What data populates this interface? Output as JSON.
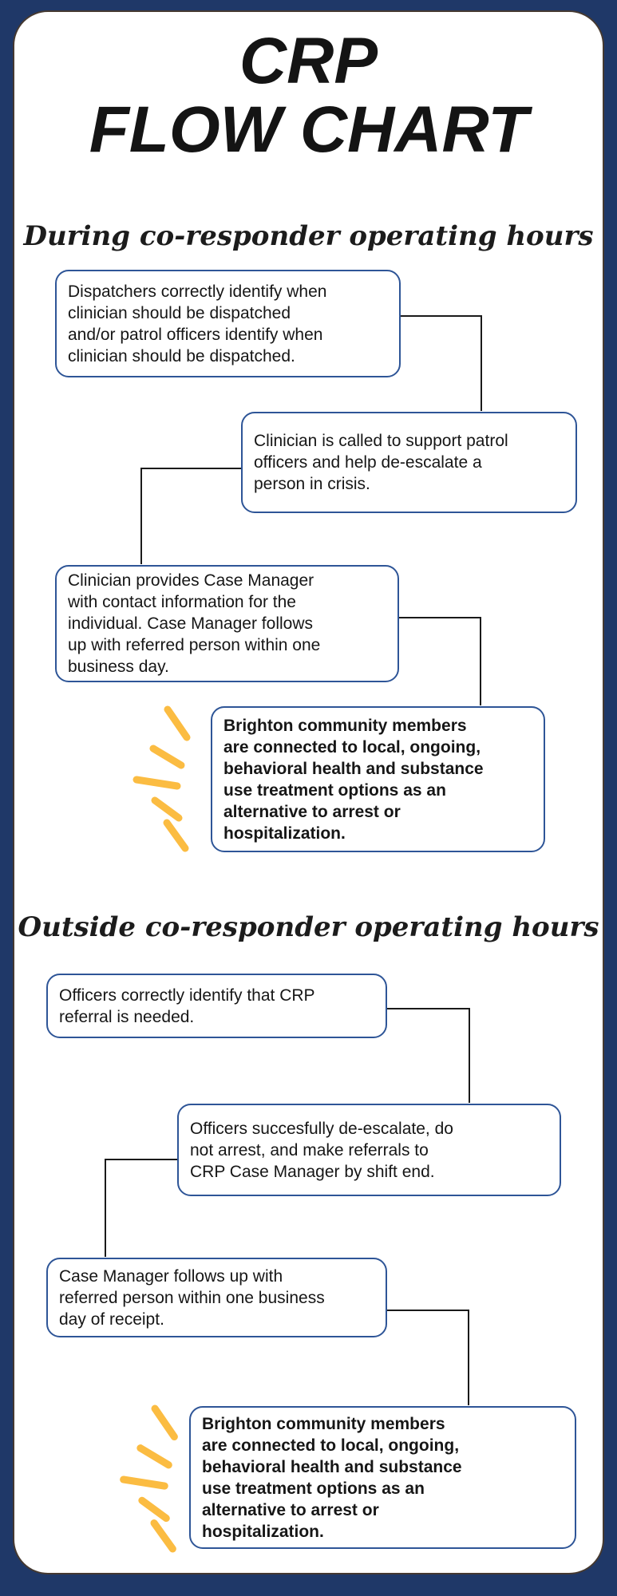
{
  "poster": {
    "title_line1": "CRP",
    "title_line2": "FLOW CHART"
  },
  "sections": [
    {
      "heading": "During co-responder operating hours",
      "boxes": [
        {
          "text": "Dispatchers correctly identify when\nclinician should be dispatched\nand/or patrol officers identify when\nclinician should be dispatched."
        },
        {
          "text": "Clinician is called to support patrol\nofficers and help de-escalate a\nperson in crisis."
        },
        {
          "text": "Clinician provides Case Manager\nwith contact information for the\nindividual. Case Manager follows\nup with referred person within one\nbusiness day."
        },
        {
          "text": "Brighton community members\nare connected to local, ongoing,\nbehavioral health and substance\nuse treatment options as an\nalternative to arrest or\nhospitalization.",
          "emphasis": true
        }
      ]
    },
    {
      "heading": "Outside co-responder operating hours",
      "boxes": [
        {
          "text": "Officers correctly identify that CRP\nreferral is needed."
        },
        {
          "text": "Officers succesfully de-escalate, do\nnot arrest, and make referrals to\nCRP Case Manager by shift end."
        },
        {
          "text": "Case Manager follows up with\nreferred person within one business\nday of receipt."
        },
        {
          "text": "Brighton community members\nare connected to local, ongoing,\nbehavioral health and substance\nuse treatment options as an\nalternative to arrest or\nhospitalization.",
          "emphasis": true
        }
      ]
    }
  ],
  "colors": {
    "background_navy": "#1F3868",
    "box_border_blue": "#2E5597",
    "connector_black": "#1A1A1A",
    "starburst_yellow": "#FBBC42",
    "card_outline": "#453931"
  }
}
